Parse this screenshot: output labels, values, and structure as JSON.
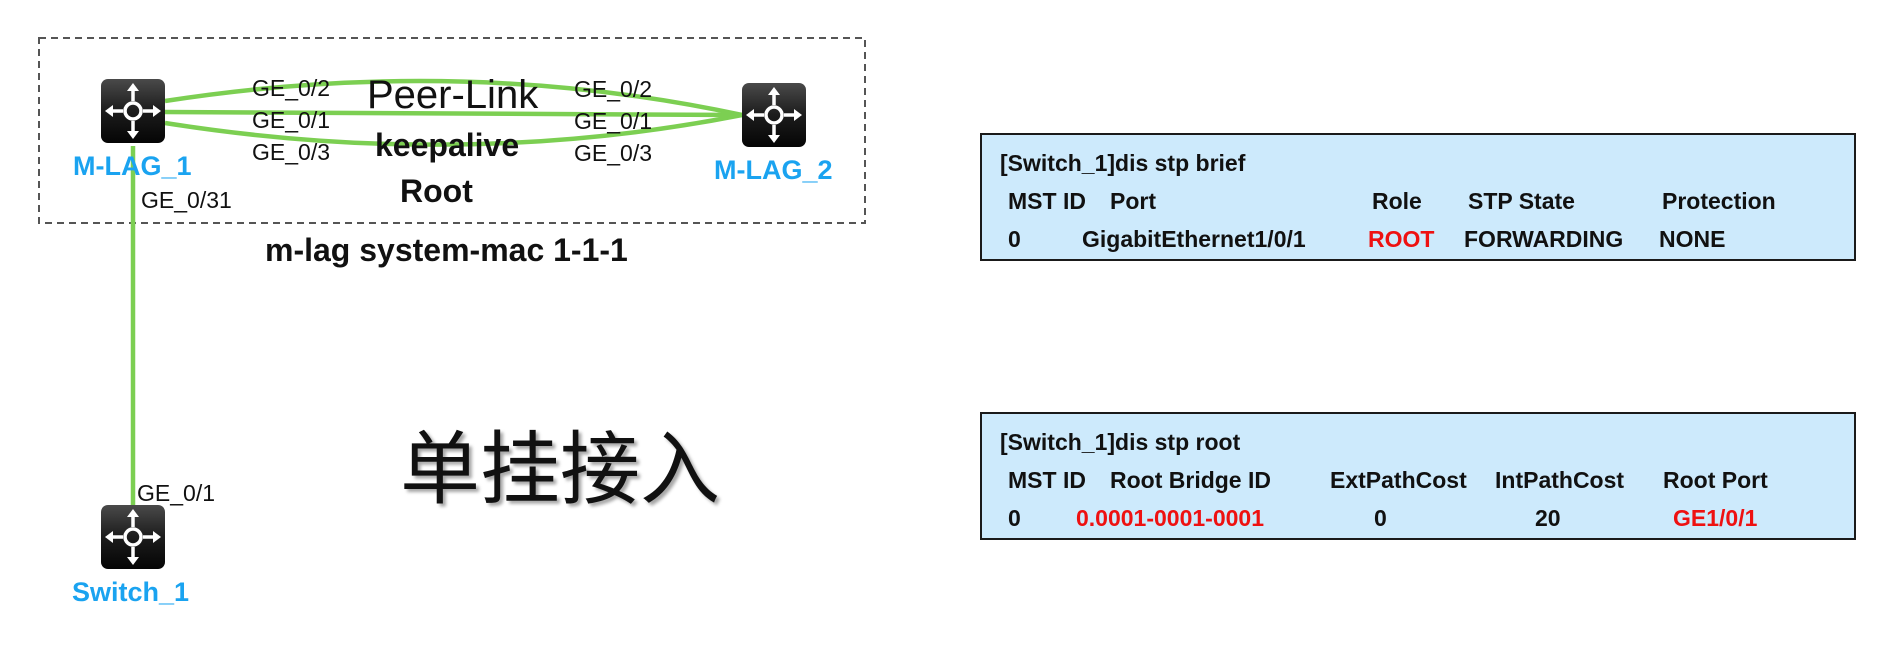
{
  "colors": {
    "link": "#7ccf52",
    "device_name": "#1aa3f0",
    "highlight": "#ee1111",
    "cli_bg": "#cdeafc"
  },
  "devices": {
    "mlag1": {
      "name": "M-LAG_1",
      "icon": "switch-icon"
    },
    "mlag2": {
      "name": "M-LAG_2",
      "icon": "switch-icon"
    },
    "switch1": {
      "name": "Switch_1",
      "icon": "switch-icon"
    }
  },
  "ports": {
    "mlag1_ge02": "GE_0/2",
    "mlag1_ge01": "GE_0/1",
    "mlag1_ge03": "GE_0/3",
    "mlag2_ge02": "GE_0/2",
    "mlag2_ge01": "GE_0/1",
    "mlag2_ge03": "GE_0/3",
    "mlag1_ge031": "GE_0/31",
    "switch1_ge01": "GE_0/1"
  },
  "labels": {
    "peer_link": "Peer-Link",
    "keepalive": "keepalive",
    "root": "Root",
    "system_mac": "m-lag system-mac 1-1-1",
    "single_homed": "单挂接入"
  },
  "stp_brief": {
    "command": "[Switch_1]dis stp brief",
    "headers": [
      "MST ID",
      "Port",
      "Role",
      "STP State",
      "Protection"
    ],
    "row": [
      "0",
      "GigabitEthernet1/0/1",
      "ROOT",
      "FORWARDING",
      "NONE"
    ]
  },
  "stp_root": {
    "command": "[Switch_1]dis stp root",
    "headers": [
      "MST ID",
      "Root Bridge ID",
      "ExtPathCost",
      "IntPathCost",
      "Root Port"
    ],
    "row": [
      "0",
      "0.0001-0001-0001",
      "0",
      "20",
      "GE1/0/1"
    ]
  }
}
